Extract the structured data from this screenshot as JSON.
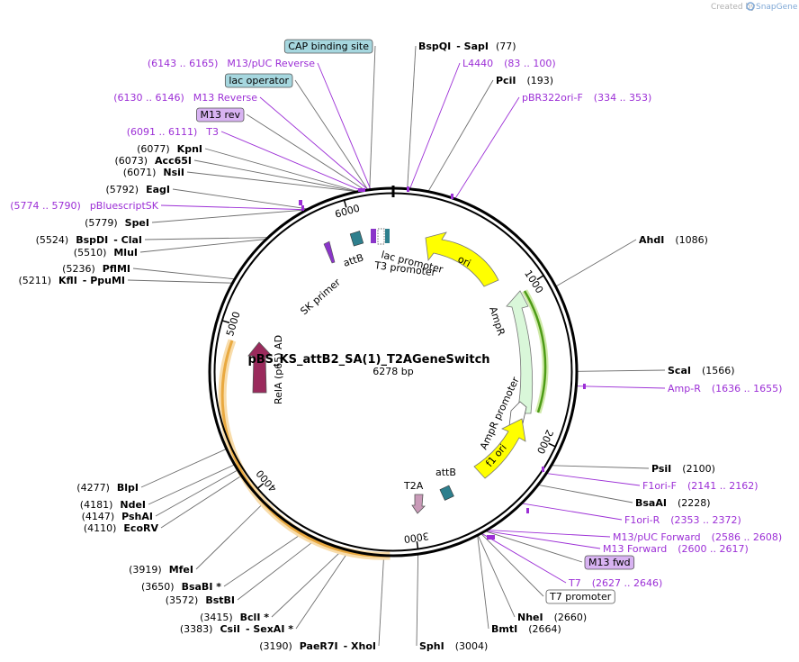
{
  "header": {
    "credit_prefix": "Created by",
    "credit_brand": "SnapGene"
  },
  "plasmid": {
    "name": "pBS_KS_attB2_SA(1)_T2AGeneSwitch",
    "size_label": "6278 bp"
  },
  "ticks": [
    "1000",
    "2000",
    "3000",
    "4000",
    "5000",
    "6000"
  ],
  "colors": {
    "enzyme_line": "#6e6e6e",
    "primer_line": "#9c2fd6",
    "label_purple": "#9c2fd6",
    "teal_box": "#a6d7df",
    "violet_box": "#d8b3f2",
    "white_box": "#ffffff",
    "ori": "#ffff00",
    "f1_ori": "#ffff00",
    "ampr": "#d9f7d9",
    "ampr_promoter": "#ffffff",
    "rela": "#9a2a5c",
    "t2a": "#c99ab8",
    "attb": "#2e7f8d",
    "sk_primer": "#8a35c9",
    "orange_band": "#f3b766",
    "green_band": "#4e9c17"
  },
  "right_labels": [
    {
      "text": "BspQI",
      "text2": "SapI",
      "pos": "(77)",
      "kind": "enzyme"
    },
    {
      "text": "L4440",
      "pos": "(83 .. 100)",
      "kind": "feature"
    },
    {
      "text": "PciI",
      "pos": "(193)",
      "kind": "enzyme"
    },
    {
      "text": "pBR322ori-F",
      "pos": "(334 .. 353)",
      "kind": "feature"
    },
    {
      "text": "AhdI",
      "pos": "(1086)",
      "kind": "enzyme"
    },
    {
      "text": "ScaI",
      "pos": "(1566)",
      "kind": "enzyme"
    },
    {
      "text": "Amp-R",
      "pos": "(1636 .. 1655)",
      "kind": "feature"
    },
    {
      "text": "PsiI",
      "pos": "(2100)",
      "kind": "enzyme"
    },
    {
      "text": "F1ori-F",
      "pos": "(2141 .. 2162)",
      "kind": "feature"
    },
    {
      "text": "BsaAI",
      "pos": "(2228)",
      "kind": "enzyme"
    },
    {
      "text": "F1ori-R",
      "pos": "(2353 .. 2372)",
      "kind": "feature"
    },
    {
      "text": "M13/pUC Forward",
      "pos": "(2586 .. 2608)",
      "kind": "feature"
    },
    {
      "text": "M13 Forward",
      "pos": "(2600 .. 2617)",
      "kind": "feature"
    },
    {
      "text": "M13 fwd",
      "kind": "box-violet"
    },
    {
      "text": "T7",
      "pos": "(2627 .. 2646)",
      "kind": "feature"
    },
    {
      "text": "T7 promoter",
      "kind": "box-white"
    },
    {
      "text": "NheI",
      "pos": "(2660)",
      "kind": "enzyme"
    },
    {
      "text": "BmtI",
      "pos": "(2664)",
      "kind": "enzyme"
    },
    {
      "text": "SphI",
      "pos": "(3004)",
      "kind": "enzyme"
    }
  ],
  "left_labels": [
    {
      "text": "CAP binding site",
      "kind": "box-teal"
    },
    {
      "text": "M13/pUC Reverse",
      "pos": "(6143 .. 6165)",
      "kind": "feature"
    },
    {
      "text": "lac operator",
      "kind": "box-teal"
    },
    {
      "text": "M13 Reverse",
      "pos": "(6130 .. 6146)",
      "kind": "feature"
    },
    {
      "text": "M13 rev",
      "kind": "box-violet"
    },
    {
      "text": "T3",
      "pos": "(6091 .. 6111)",
      "kind": "feature"
    },
    {
      "text": "KpnI",
      "pos": "(6077)",
      "kind": "enzyme"
    },
    {
      "text": "Acc65I",
      "pos": "(6073)",
      "kind": "enzyme"
    },
    {
      "text": "NsiI",
      "pos": "(6071)",
      "kind": "enzyme"
    },
    {
      "text": "EagI",
      "pos": "(5792)",
      "kind": "enzyme"
    },
    {
      "text": "pBluescriptSK",
      "pos": "(5774 .. 5790)",
      "kind": "feature"
    },
    {
      "text": "SpeI",
      "pos": "(5779)",
      "kind": "enzyme"
    },
    {
      "text": "BspDI",
      "text2": "ClaI",
      "pos": "(5524)",
      "kind": "enzyme"
    },
    {
      "text": "MluI",
      "pos": "(5510)",
      "kind": "enzyme"
    },
    {
      "text": "PflMI",
      "pos": "(5236)",
      "kind": "enzyme"
    },
    {
      "text": "KflI",
      "text2": "PpuMI",
      "pos": "(5211)",
      "kind": "enzyme"
    },
    {
      "text": "BlpI",
      "pos": "(4277)",
      "kind": "enzyme"
    },
    {
      "text": "NdeI",
      "pos": "(4181)",
      "kind": "enzyme"
    },
    {
      "text": "PshAI",
      "pos": "(4147)",
      "kind": "enzyme"
    },
    {
      "text": "EcoRV",
      "pos": "(4110)",
      "kind": "enzyme"
    },
    {
      "text": "MfeI",
      "pos": "(3919)",
      "kind": "enzyme"
    },
    {
      "text": "BsaBI *",
      "pos": "(3650)",
      "kind": "enzyme"
    },
    {
      "text": "BstBI",
      "pos": "(3572)",
      "kind": "enzyme"
    },
    {
      "text": "BclI *",
      "pos": "(3415)",
      "kind": "enzyme"
    },
    {
      "text": "CsiI",
      "text2": "SexAI *",
      "pos": "(3383)",
      "kind": "enzyme"
    },
    {
      "text": "PaeR7I",
      "text2": "XhoI",
      "pos": "(3190)",
      "kind": "enzyme"
    }
  ],
  "features": {
    "ori": "ori",
    "ampr": "AmpR",
    "ampr_promoter": "AmpR promoter",
    "f1_ori": "f1 ori",
    "t2a": "T2A",
    "attb_bottom": "attB",
    "rela": "RelA (p65) AD",
    "sk_primer": "SK primer",
    "attb_top": "attB",
    "lac_promoter": "lac promoter",
    "t3_promoter": "T3 promoter"
  }
}
